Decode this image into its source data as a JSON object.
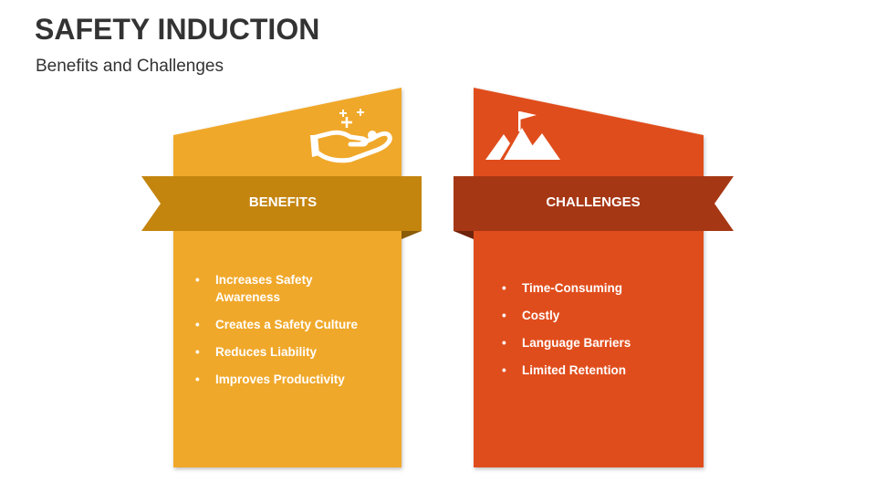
{
  "header": {
    "title": "SAFETY INDUCTION",
    "subtitle": "Benefits and Challenges"
  },
  "benefits": {
    "label": "BENEFITS",
    "icon": "hand-offering-icon",
    "color": "#F0A829",
    "banner_color": "#C4850F",
    "items": [
      "Increases Safety Awareness",
      "Creates a Safety Culture",
      "Reduces Liability",
      "Improves Productivity"
    ]
  },
  "challenges": {
    "label": "CHALLENGES",
    "icon": "mountain-flag-icon",
    "color": "#E04E1E",
    "banner_color": "#A63715",
    "items": [
      "Time-Consuming",
      "Costly",
      "Language Barriers",
      "Limited Retention"
    ]
  }
}
